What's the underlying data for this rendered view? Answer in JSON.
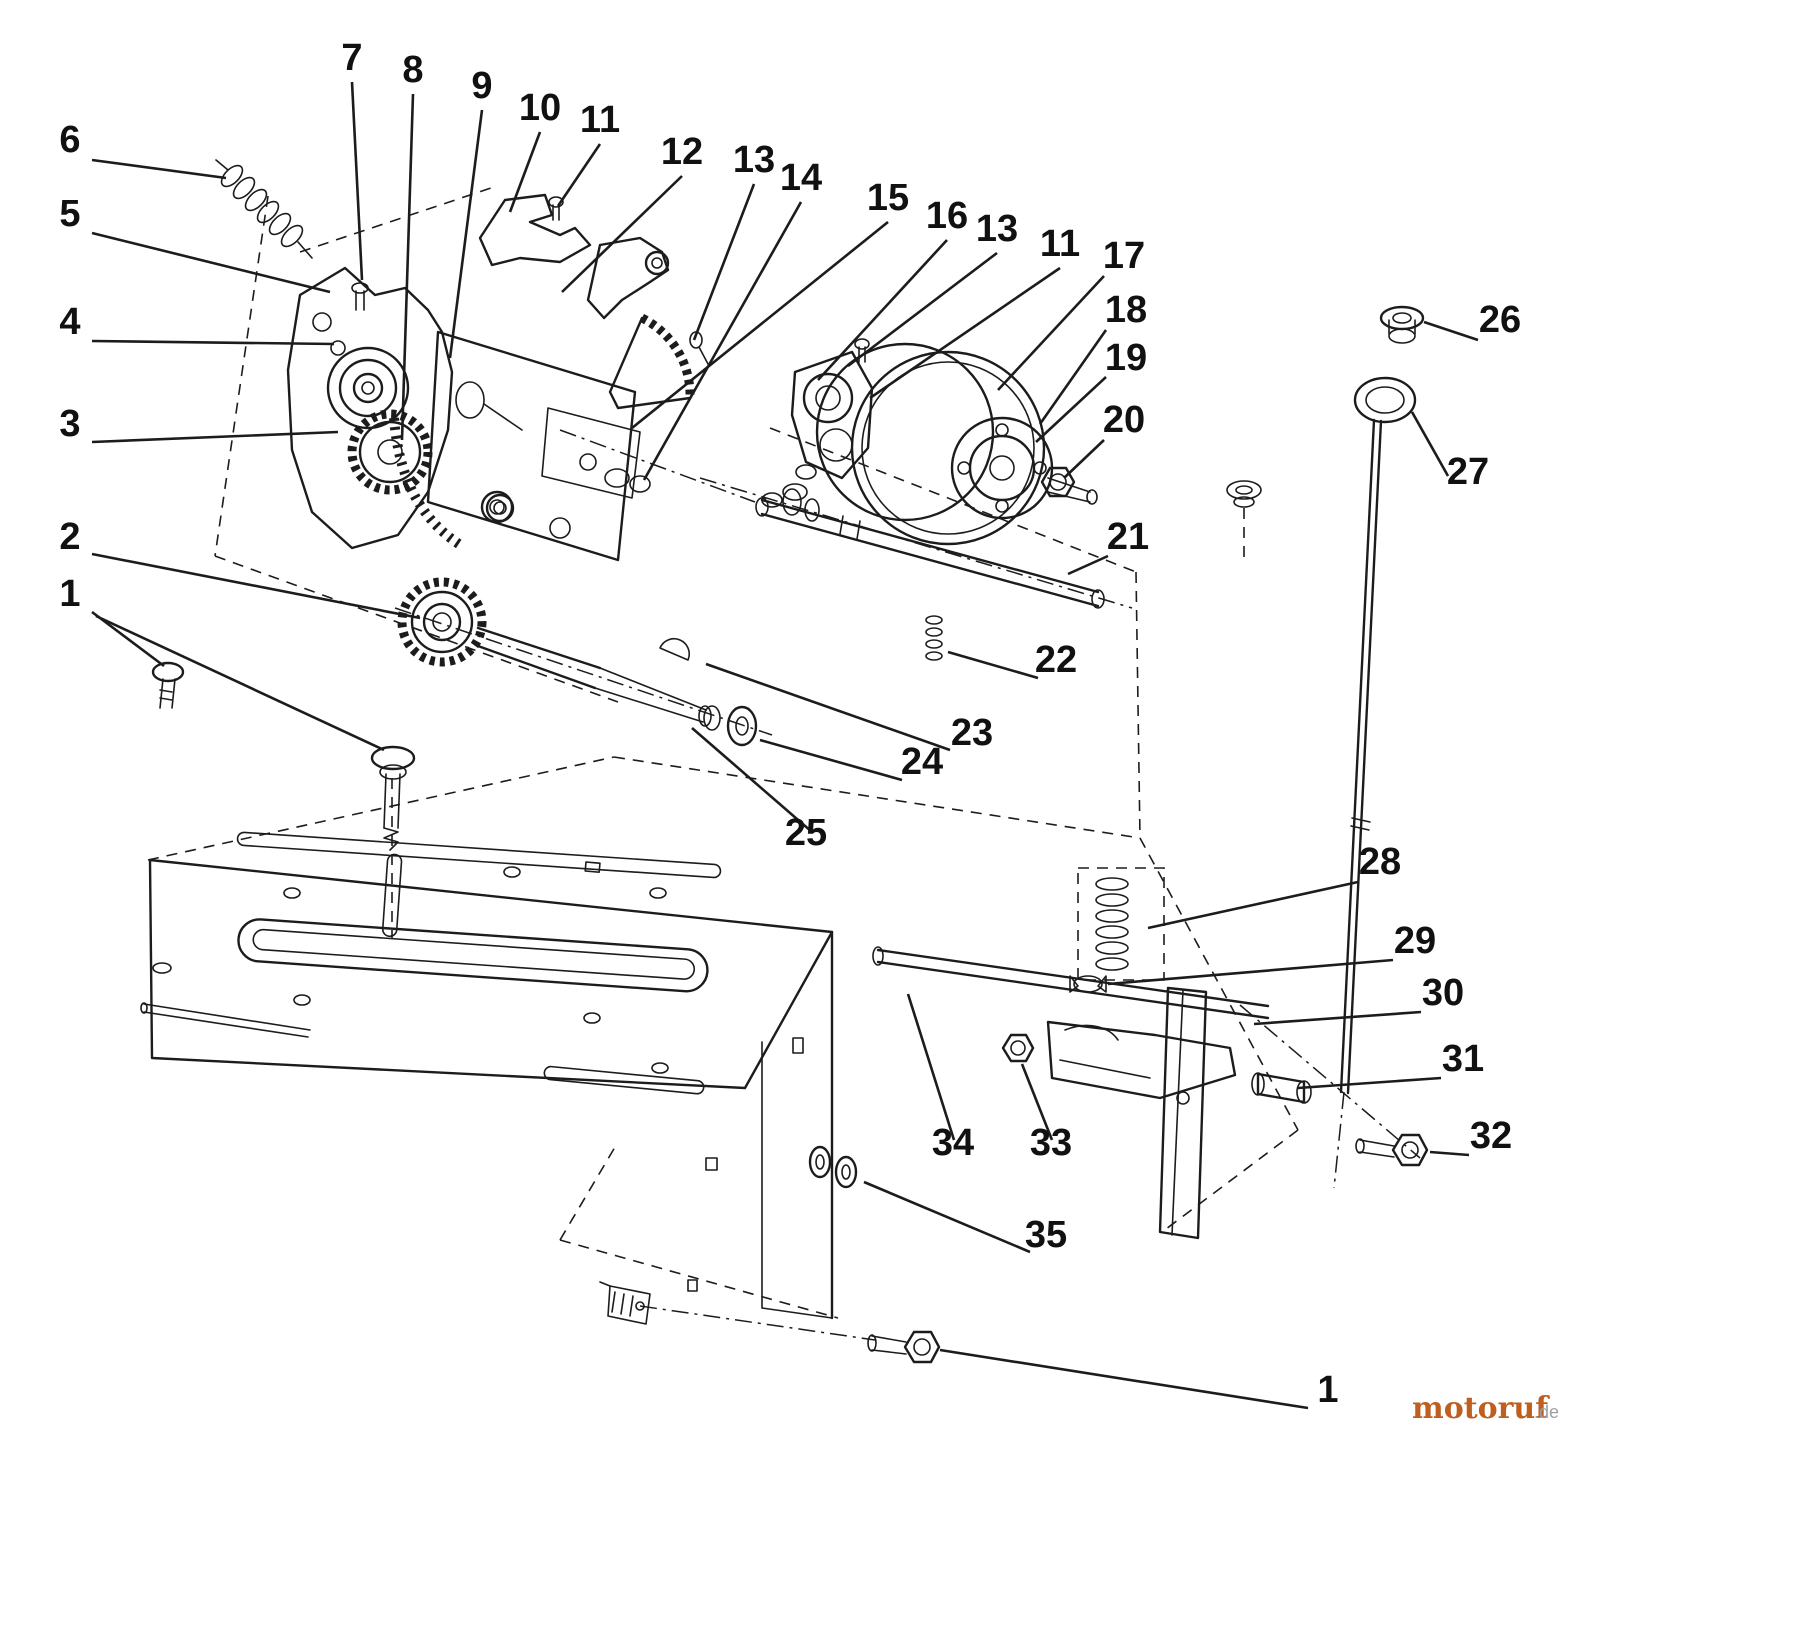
{
  "colors": {
    "line": "#1c1c1c",
    "label": "#111111",
    "watermark_brand": "#bf5f1f",
    "watermark_tld": "#9aa0a6",
    "background": "#ffffff"
  },
  "watermark": {
    "brand": "motoruf",
    "tld": ".de"
  },
  "callouts": {
    "p7": "7",
    "p8": "8",
    "p9": "9",
    "p10": "10",
    "p11a": "11",
    "p12": "12",
    "p13a": "13",
    "p14": "14",
    "p15": "15",
    "p16": "16",
    "p13b": "13",
    "p11b": "11",
    "p17": "17",
    "p18": "18",
    "p19": "19",
    "p20": "20",
    "p6": "6",
    "p5": "5",
    "p4": "4",
    "p3": "3",
    "p2": "2",
    "p1a": "1",
    "p26": "26",
    "p27": "27",
    "p21": "21",
    "p22": "22",
    "p23": "23",
    "p24": "24",
    "p25": "25",
    "p28": "28",
    "p29": "29",
    "p30": "30",
    "p31": "31",
    "p32": "32",
    "p33": "33",
    "p34": "34",
    "p35": "35",
    "p1b": "1"
  }
}
